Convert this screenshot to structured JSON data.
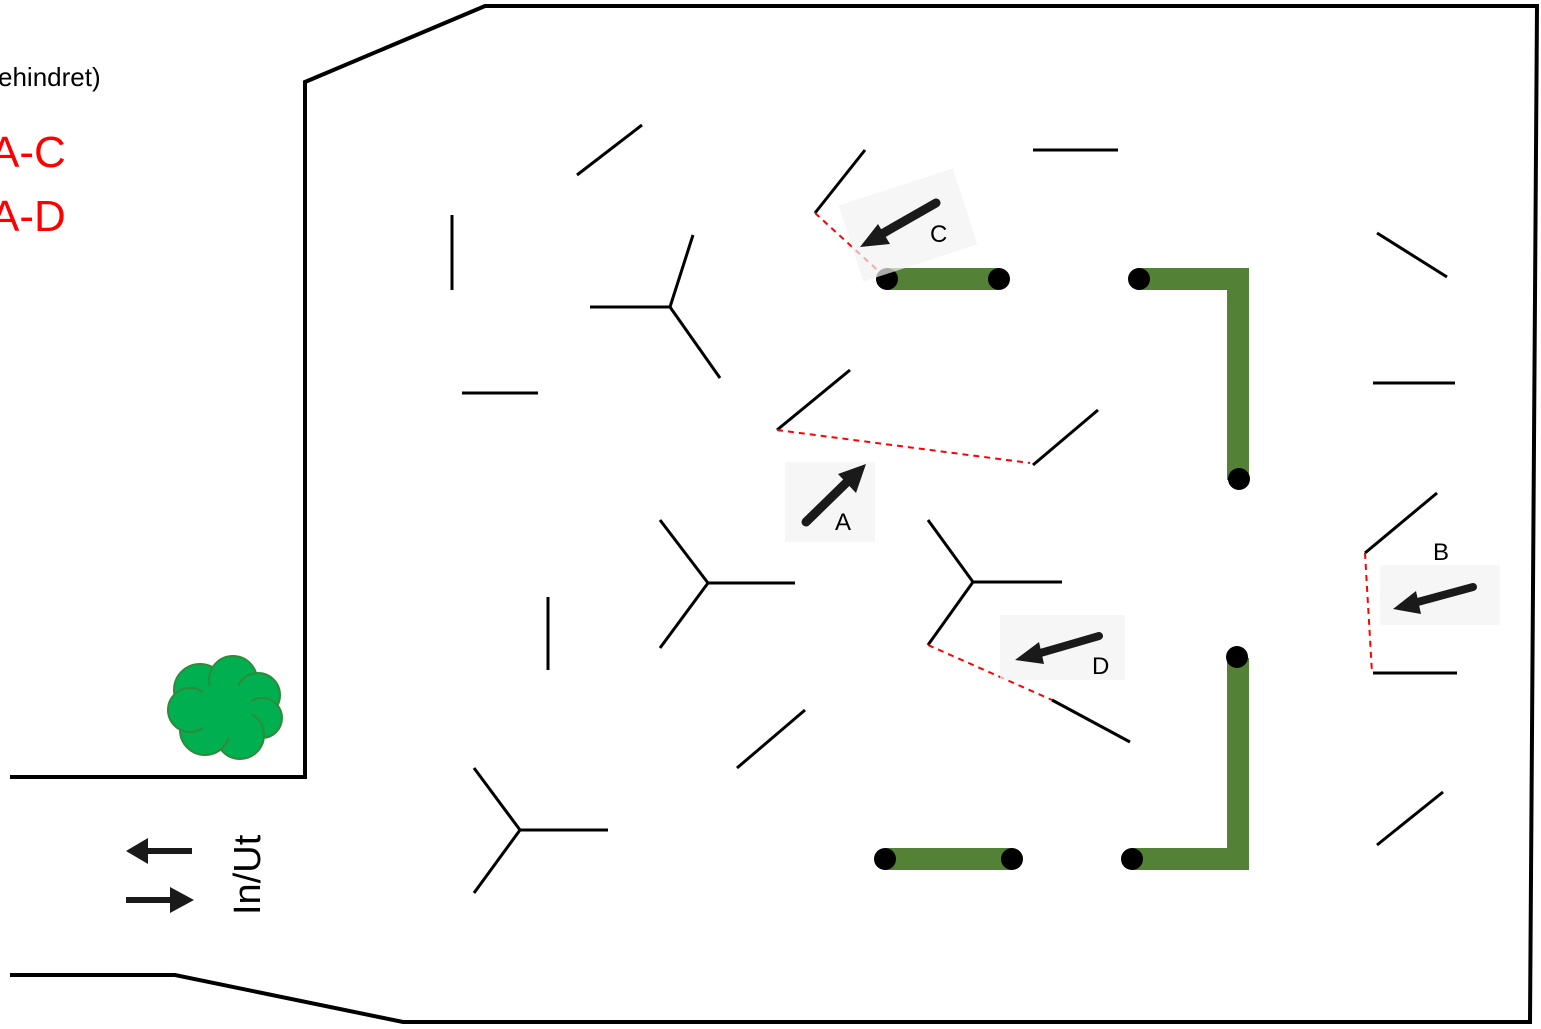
{
  "notes": {
    "top": "ehindret)",
    "line1": "A-C",
    "line2": "A-D"
  },
  "entrance_label": "In/Ut",
  "markers": [
    "A",
    "B",
    "C",
    "D"
  ],
  "colors": {
    "walls": "#000000",
    "paths": "#ff0000",
    "barriers": "#538135",
    "barrier_ends": "#000000",
    "bush": "#00b050",
    "bush_outline": "#2e8b3a",
    "arrow_bg": "#f2f2f2"
  },
  "icons": [
    "bush-icon",
    "up-arrow-icon",
    "down-arrow-icon",
    "direction-arrow-icon"
  ]
}
